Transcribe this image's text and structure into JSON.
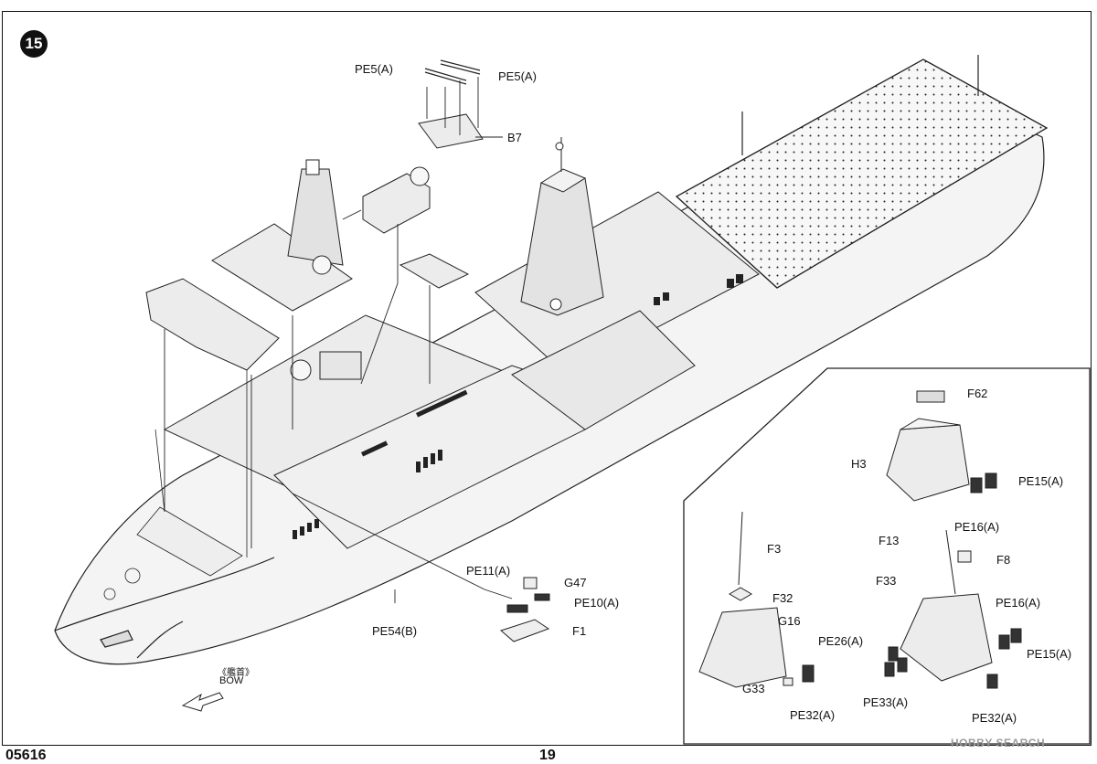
{
  "step_number": "15",
  "footer": {
    "code": "05616",
    "page": "19",
    "watermark": "HOBBY SEARCH"
  },
  "bow": {
    "cn": "《艦首》",
    "en": "BOW"
  },
  "main_labels": {
    "pe5a_left": "PE5(A)",
    "pe5a_right": "PE5(A)",
    "b7": "B7",
    "pe11a": "PE11(A)",
    "g47": "G47",
    "pe10a": "PE10(A)",
    "f1": "F1",
    "pe54b": "PE54(B)"
  },
  "inset_labels": {
    "f62": "F62",
    "h3": "H3",
    "pe15a_top": "PE15(A)",
    "pe16a_top": "PE16(A)",
    "f13": "F13",
    "f8": "F8",
    "f33": "F33",
    "pe16a_mid": "PE16(A)",
    "pe26a": "PE26(A)",
    "pe15a_mid": "PE15(A)",
    "pe33a": "PE33(A)",
    "pe32a_right": "PE32(A)",
    "f3": "F3",
    "f32": "F32",
    "g16": "G16",
    "g33": "G33",
    "pe32a_left": "PE32(A)"
  }
}
